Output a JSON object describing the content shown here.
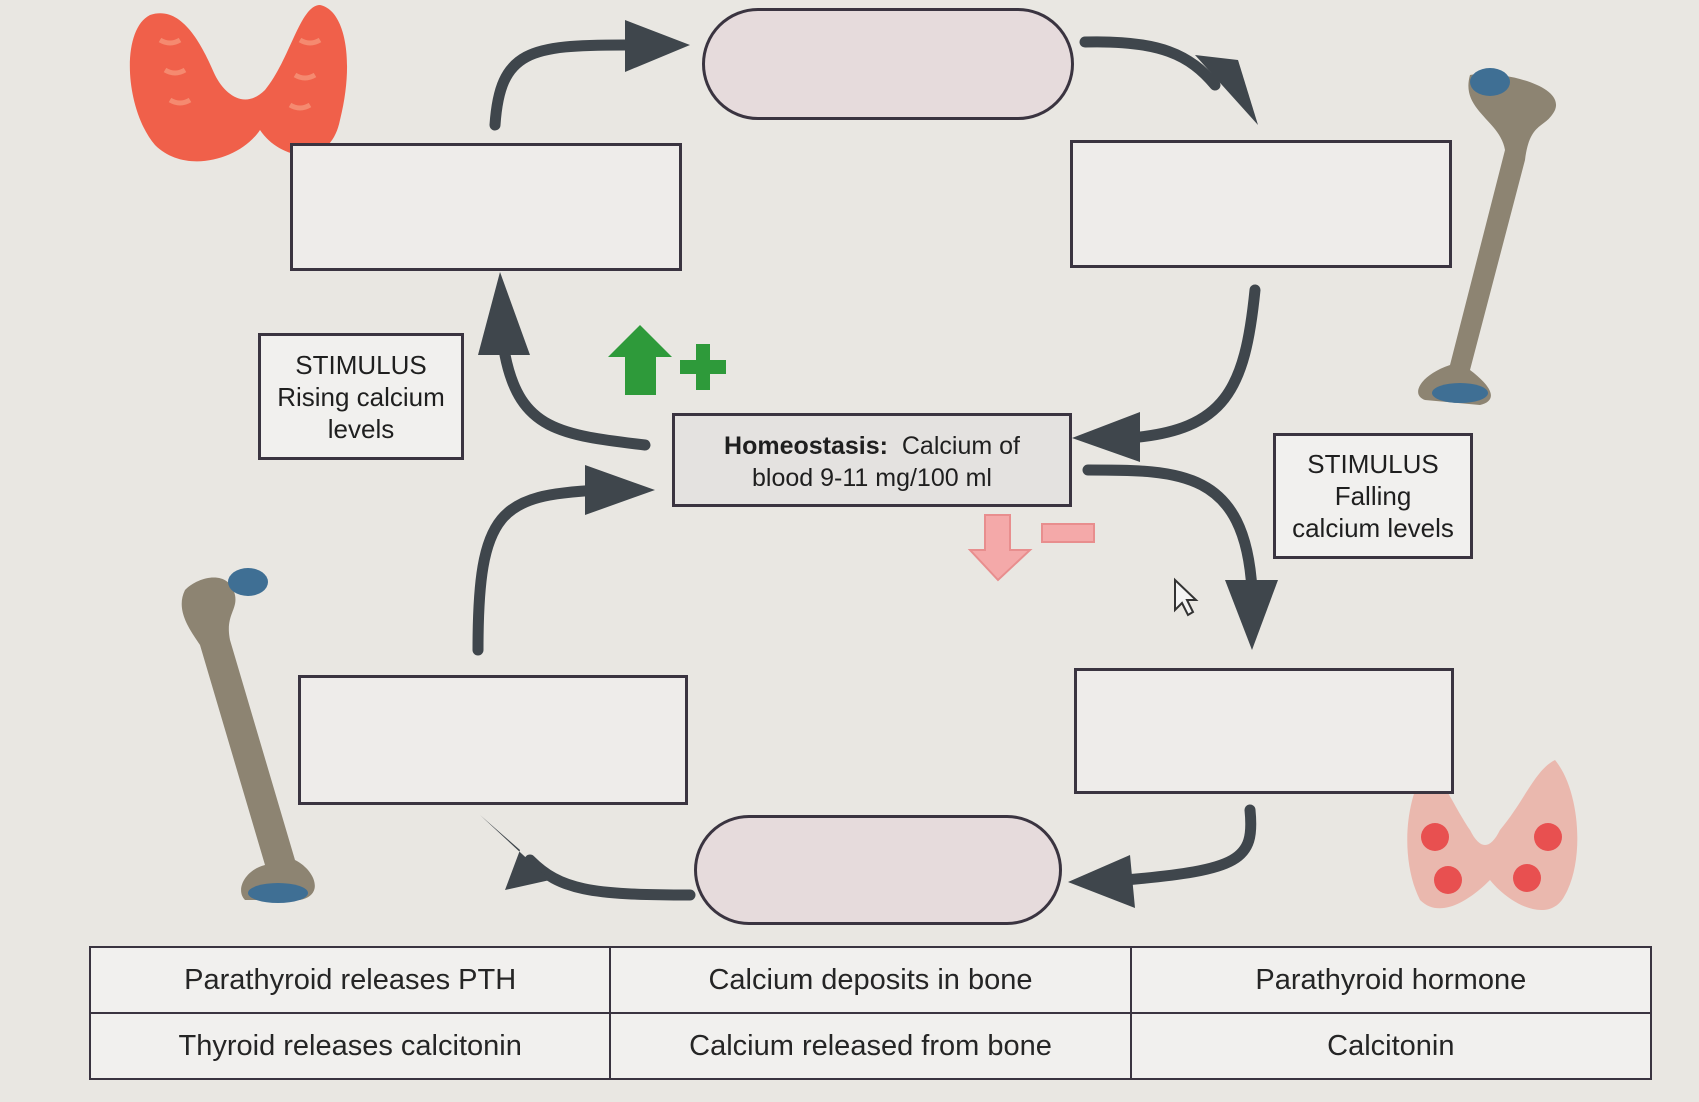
{
  "center": {
    "title": "Homeostasis:",
    "text_line1": "Calcium of",
    "text_line2": "blood 9-11 mg/100 ml"
  },
  "stimulus_rising": {
    "line1": "STIMULUS",
    "line2": "Rising calcium",
    "line3": "levels"
  },
  "stimulus_falling": {
    "line1": "STIMULUS",
    "line2": "Falling",
    "line3": "calcium levels"
  },
  "signs": {
    "plus_color": "#2e9a3a",
    "minus_color": "#f4a9a9"
  },
  "word_bank": {
    "rows": [
      [
        "Parathyroid releases PTH",
        "Calcium deposits in bone",
        "Parathyroid hormone"
      ],
      [
        "Thyroid releases calcitonin",
        "Calcium released from bone",
        "Calcitonin"
      ]
    ]
  },
  "icons": [
    "thyroid-gland-icon",
    "bone-icon",
    "parathyroid-gland-icon",
    "mouse-cursor-icon"
  ]
}
